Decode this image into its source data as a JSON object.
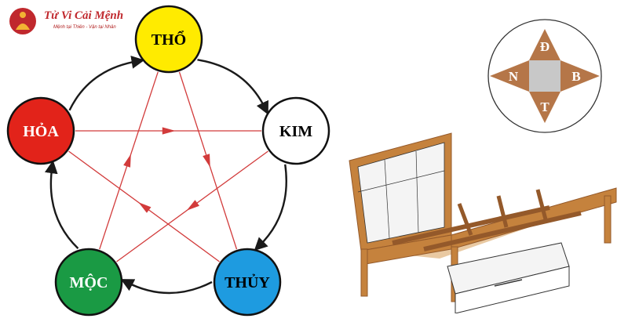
{
  "logo": {
    "title": "Tử Vi Cải Mệnh",
    "tagline": "Mệnh tại Thiên - Vận tại Nhân",
    "colors": {
      "brand": "#c0282d",
      "accent": "#f2b233"
    }
  },
  "five_elements": {
    "elements": [
      {
        "id": "tho",
        "label": "THỔ",
        "fill": "#ffeb00",
        "text_color": "#000000"
      },
      {
        "id": "kim",
        "label": "KIM",
        "fill": "#ffffff",
        "text_color": "#000000"
      },
      {
        "id": "thuy",
        "label": "THỦY",
        "fill": "#1e9be0",
        "text_color": "#000000"
      },
      {
        "id": "moc",
        "label": "MỘC",
        "fill": "#1a9a44",
        "text_color": "#ffffff"
      },
      {
        "id": "hoa",
        "label": "HỎA",
        "fill": "#e2231a",
        "text_color": "#ffffff"
      }
    ],
    "generating_cycle": [
      "tho",
      "kim",
      "thuy",
      "moc",
      "hoa",
      "tho"
    ],
    "controlling_cycle": [
      "hoa",
      "kim",
      "moc",
      "tho",
      "thuy",
      "hoa"
    ],
    "colors": {
      "cycle_line": "#1a1a1a",
      "control_line": "#d23b3b"
    }
  },
  "compass": {
    "north": "Đ",
    "west": "N",
    "east": "B",
    "south": "T",
    "colors": {
      "points": "#b57648",
      "center": "#c8c8c8",
      "text": "#ffffff"
    }
  },
  "bed": {
    "colors": {
      "wood": "#c5823d",
      "wood_dark": "#94592a",
      "panel": "#f4f4f4",
      "line": "#333333"
    }
  }
}
